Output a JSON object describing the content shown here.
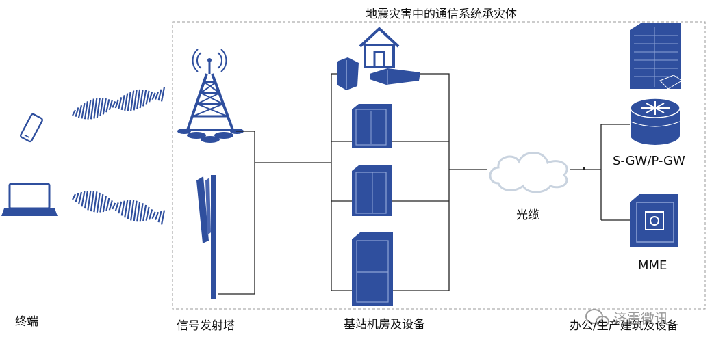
{
  "title": "地震灾害中的通信系统承灾体",
  "labels": {
    "terminal": "终端",
    "tower": "信号发射塔",
    "station": "基站机房及设备",
    "office": "办公/生产建筑及设备",
    "cable": "光缆",
    "sgw": "S-GW/P-GW",
    "mme": "MME"
  },
  "watermark": "济震微讯",
  "colors": {
    "accent": "#2f4f9e",
    "line": "#222222",
    "box": "#9a9a9a",
    "cloud": "#c9d3df"
  }
}
